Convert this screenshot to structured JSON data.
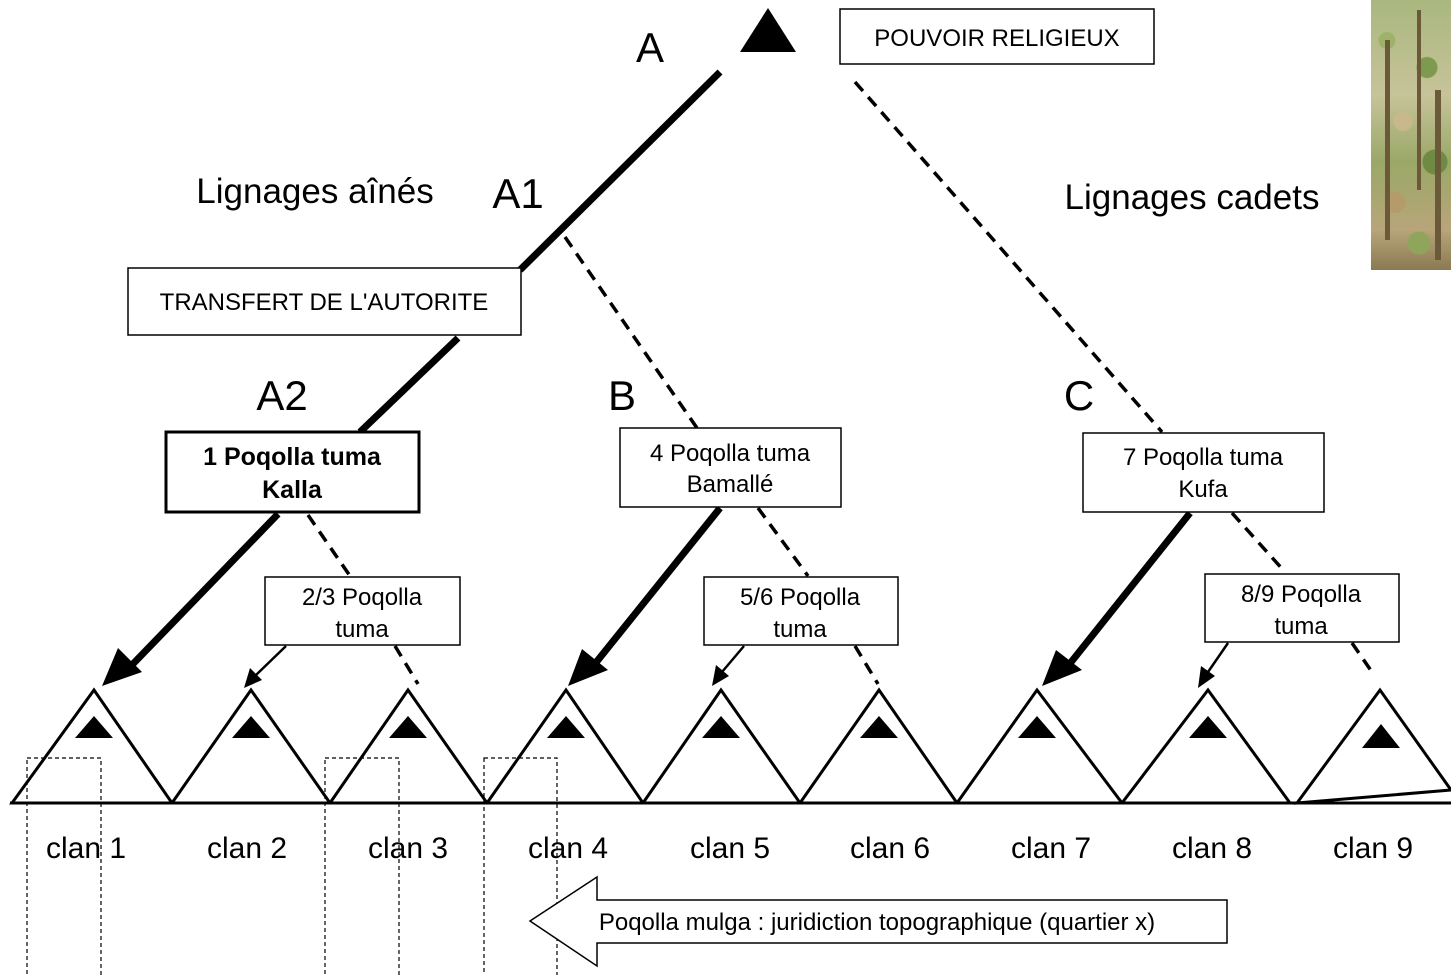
{
  "labels": {
    "A": "A",
    "A1": "A1",
    "A2": "A2",
    "B": "B",
    "C": "C",
    "lignages_aines": "Lignages aînés",
    "lignages_cadets": "Lignages cadets"
  },
  "boxes": {
    "pouvoir": "POUVOIR RELIGIEUX",
    "transfert": "TRANSFERT DE L'AUTORITE",
    "kalla": [
      "1 Poqolla tuma",
      "Kalla"
    ],
    "bamalle": [
      "4 Poqolla tuma",
      "Bamallé"
    ],
    "kufa": [
      "7 Poqolla tuma",
      "Kufa"
    ],
    "p23": [
      "2/3 Poqolla",
      "tuma"
    ],
    "p56": [
      "5/6 Poqolla",
      "tuma"
    ],
    "p89": [
      "8/9 Poqolla",
      "tuma"
    ]
  },
  "clans": [
    "clan 1",
    "clan 2",
    "clan 3",
    "clan 4",
    "clan 5",
    "clan 6",
    "clan 7",
    "clan 8",
    "clan 9"
  ],
  "mulga": "Poqolla mulga : juridiction topographique (quartier x)",
  "colors": {
    "ink": "#000000",
    "paper": "#ffffff"
  }
}
